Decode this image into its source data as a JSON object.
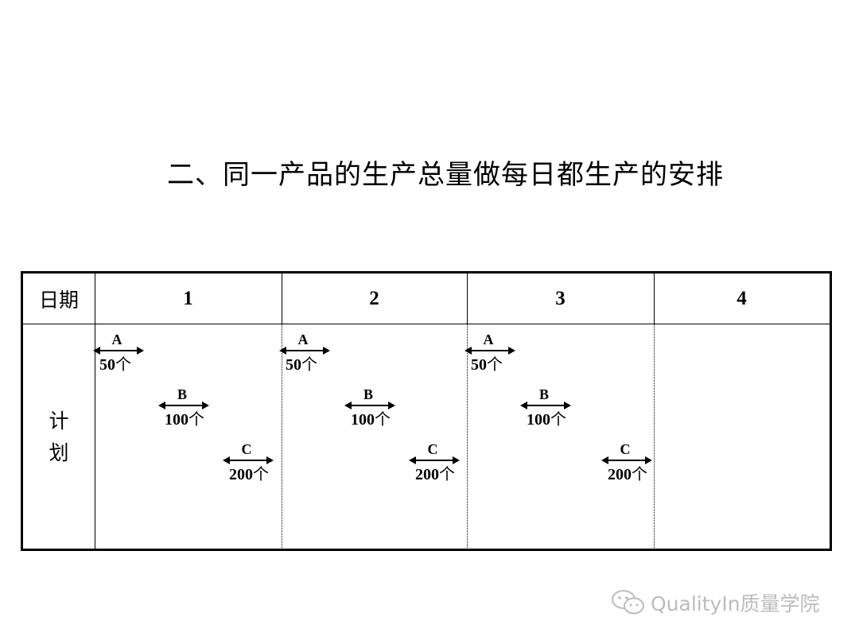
{
  "slide": {
    "title": "二、同一产品的生产总量做每日都生产的安排"
  },
  "table": {
    "header_label": "日期",
    "plan_label_line1": "计",
    "plan_label_line2": "划",
    "days": [
      "1",
      "2",
      "3",
      "4"
    ],
    "schedule": [
      {
        "day": "1",
        "tasks": [
          {
            "product": "A",
            "qty": "50",
            "unit": "个"
          },
          {
            "product": "B",
            "qty": "100",
            "unit": "个"
          },
          {
            "product": "C",
            "qty": "200",
            "unit": "个"
          }
        ]
      },
      {
        "day": "2",
        "tasks": [
          {
            "product": "A",
            "qty": "50",
            "unit": "个"
          },
          {
            "product": "B",
            "qty": "100",
            "unit": "个"
          },
          {
            "product": "C",
            "qty": "200",
            "unit": "个"
          }
        ]
      },
      {
        "day": "3",
        "tasks": [
          {
            "product": "A",
            "qty": "50",
            "unit": "个"
          },
          {
            "product": "B",
            "qty": "100",
            "unit": "个"
          },
          {
            "product": "C",
            "qty": "200",
            "unit": "个"
          }
        ]
      },
      {
        "day": "4",
        "tasks": []
      }
    ]
  },
  "watermark": {
    "text": "QualityIn质量学院",
    "icon": "wechat-icon",
    "color": "#bcbcbc"
  }
}
